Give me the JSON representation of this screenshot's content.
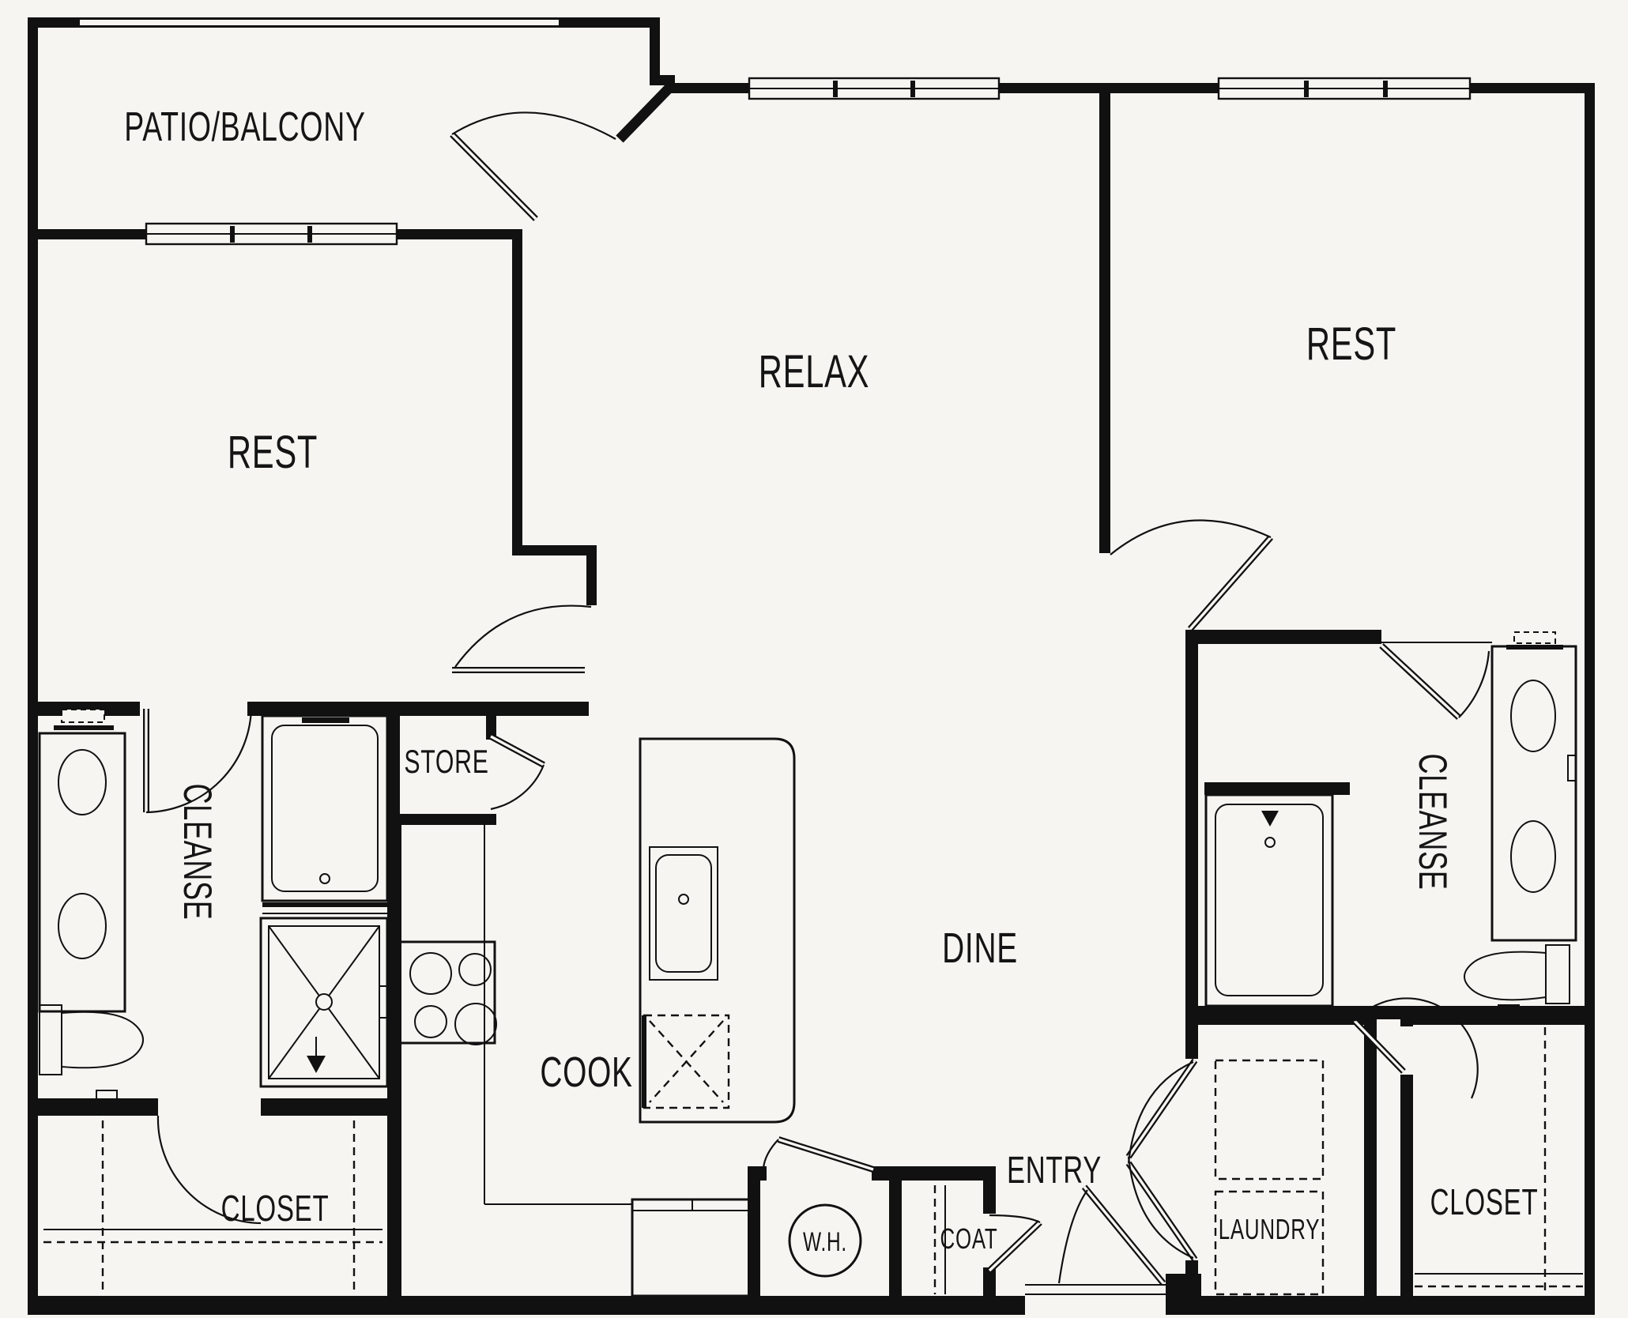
{
  "title": "Two bedroom apartment floor plan",
  "colors": {
    "ink": "#111111",
    "paper": "#f6f5f2"
  },
  "rooms": {
    "patio": {
      "label": "PATIO/BALCONY"
    },
    "rest_left": {
      "label": "REST"
    },
    "relax": {
      "label": "RELAX"
    },
    "rest_right": {
      "label": "REST"
    },
    "store": {
      "label": "STORE"
    },
    "cleanse_left": {
      "label": "CLEANSE"
    },
    "dine": {
      "label": "DINE"
    },
    "cleanse_right": {
      "label": "CLEANSE"
    },
    "cook": {
      "label": "COOK"
    },
    "closet_left": {
      "label": "CLOSET"
    },
    "entry": {
      "label": "ENTRY"
    },
    "water_heater": {
      "label": "W.H."
    },
    "coat": {
      "label": "COAT"
    },
    "laundry": {
      "label": "LAUNDRY"
    },
    "closet_right": {
      "label": "CLOSET"
    }
  }
}
